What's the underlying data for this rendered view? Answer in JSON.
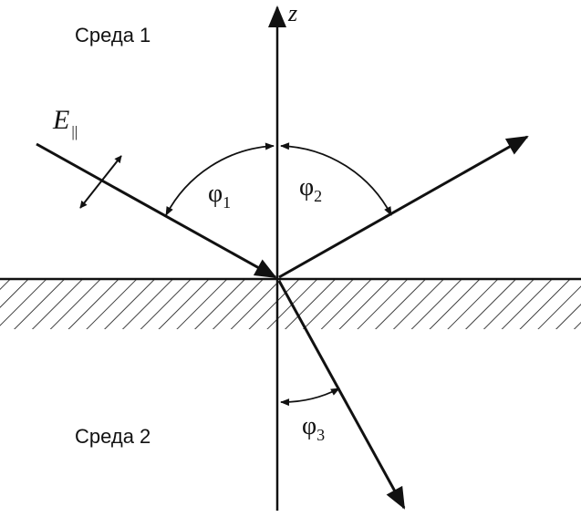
{
  "medium1_label": "Среда 1",
  "medium2_label": "Среда 2",
  "axis_label": "z",
  "field_label": "E",
  "field_subscript": "||",
  "angle1_symbol": "φ",
  "angle1_sub": "1",
  "angle2_symbol": "φ",
  "angle2_sub": "2",
  "angle3_symbol": "φ",
  "angle3_sub": "3",
  "colors": {
    "line": "#111111",
    "background": "#ffffff"
  }
}
